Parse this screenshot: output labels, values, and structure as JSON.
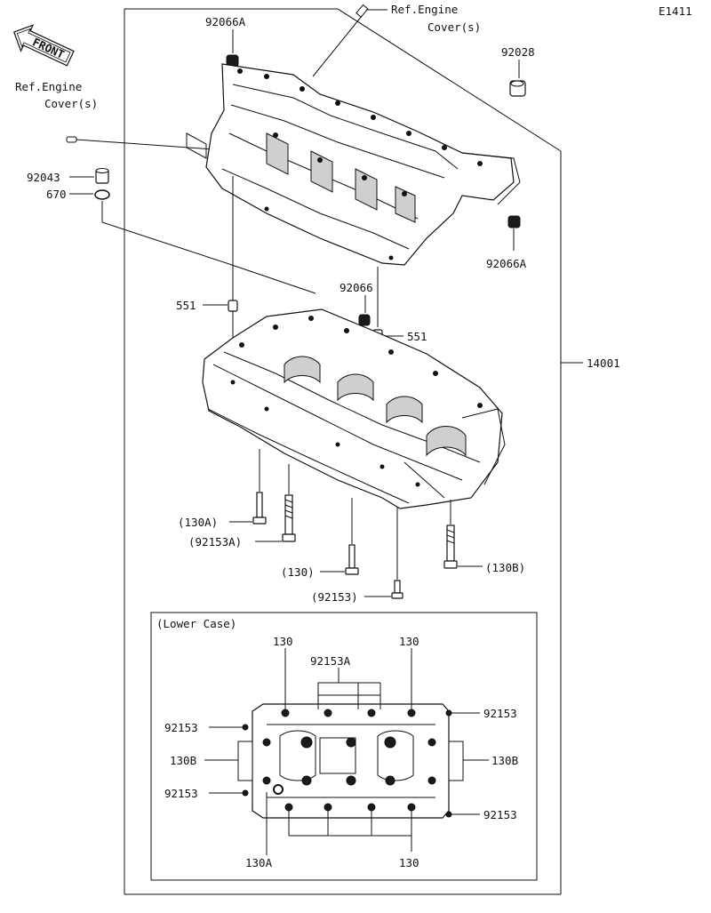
{
  "diagram_id": "E1411",
  "front_badge": "FRONT",
  "ref_engine_cover_top": [
    "Ref.Engine",
    "Cover(s)"
  ],
  "ref_engine_cover_left": [
    "Ref.Engine",
    "Cover(s)"
  ],
  "parts": {
    "p92066A_top": "92066A",
    "p92028": "92028",
    "p92043": "92043",
    "p670": "670",
    "p92066A_right": "92066A",
    "p92066": "92066",
    "p551_left": "551",
    "p551_right": "551",
    "p14001": "14001",
    "p130A": "(130A)",
    "p92153A": "(92153A)",
    "p130": "(130)",
    "p130B": "(130B)",
    "p92153": "(92153)"
  },
  "lower_case": {
    "title": "(Lower Case)",
    "labels": {
      "l130_tl": "130",
      "l130_tr": "130",
      "l92153A": "92153A",
      "l92153_lt": "92153",
      "l92153_rt": "92153",
      "l130B_l": "130B",
      "l130B_r": "130B",
      "l92153_lb": "92153",
      "l92153_rb": "92153",
      "l130A_b": "130A",
      "l130_b": "130"
    }
  }
}
